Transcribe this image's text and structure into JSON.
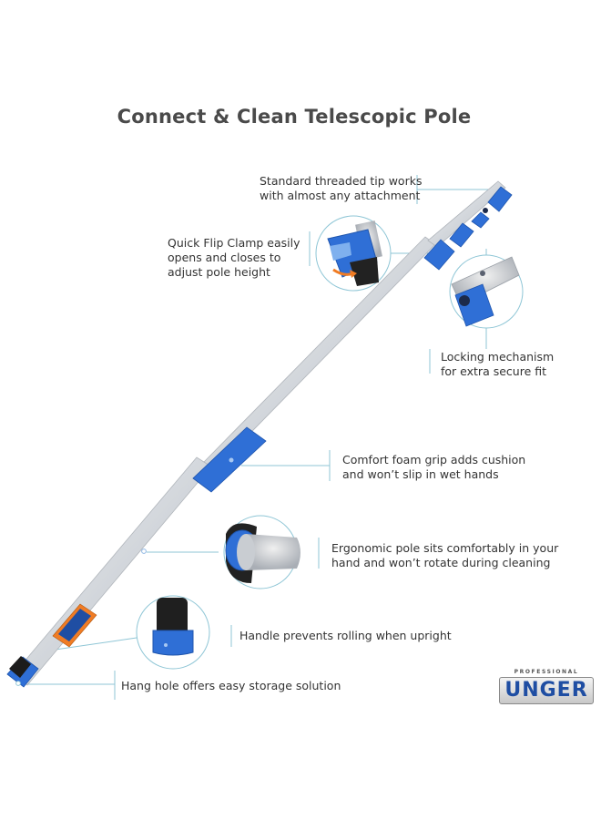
{
  "title": "Connect & Clean Telescopic Pole",
  "callouts": {
    "tip": [
      "Standard threaded tip works",
      "with almost any attachment"
    ],
    "clamp": [
      "Quick Flip Clamp easily",
      "opens and closes to",
      "adjust pole height"
    ],
    "locking": [
      "Locking mechanism",
      "for extra secure fit"
    ],
    "grip": [
      "Comfort foam grip adds cushion",
      "and won’t slip in wet hands"
    ],
    "ergonomic": [
      "Ergonomic pole sits comfortably in your",
      "hand and won’t rotate during cleaning"
    ],
    "handle": [
      "Handle prevents rolling when upright"
    ],
    "hang": [
      "Hang hole offers easy storage solution"
    ]
  },
  "logo": {
    "top": "PROFESSIONAL",
    "main": "UNGER"
  },
  "colors": {
    "accent_blue": "#2f6fd6",
    "line_teal": "#8fc6d6",
    "pole_silver": "#dcdfe3",
    "handle_black": "#1c1c1c"
  }
}
